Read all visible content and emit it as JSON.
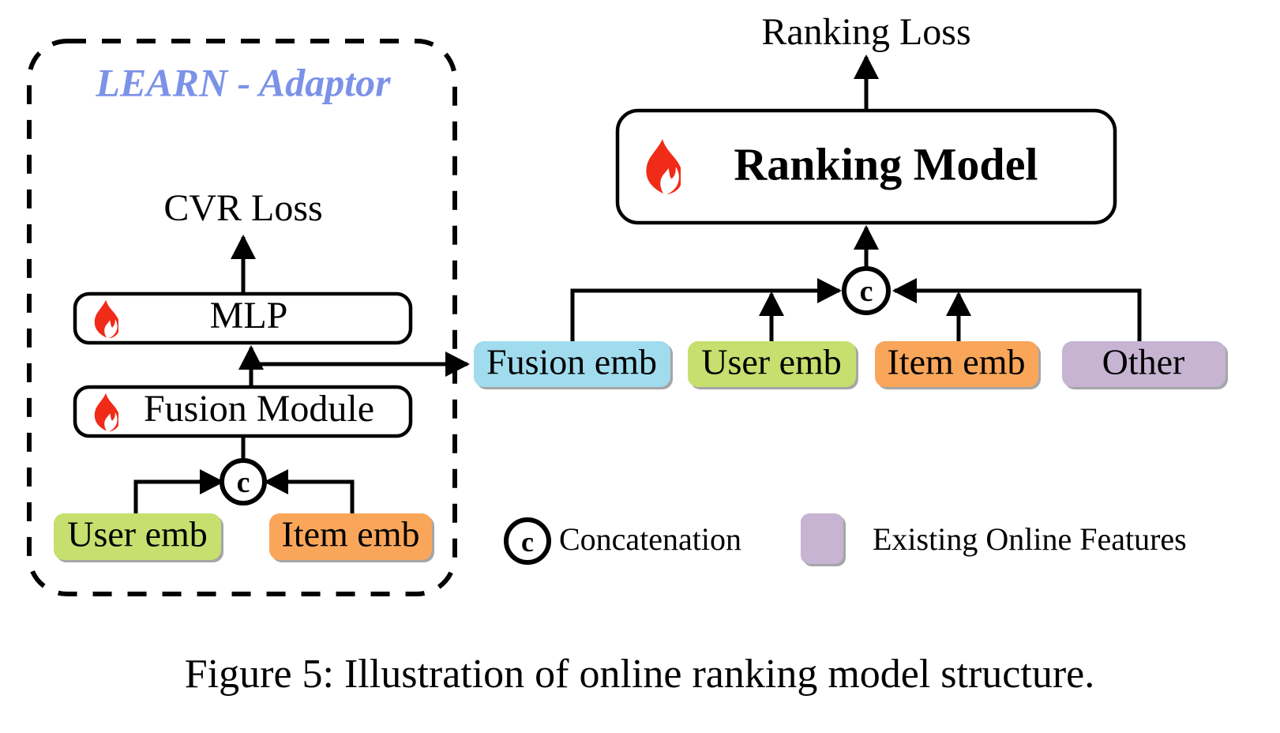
{
  "figure": {
    "caption": "Figure 5: Illustration of online ranking model structure."
  },
  "adaptor_panel": {
    "title": "LEARN - Adaptor",
    "title_color": "#7B92E8",
    "border_style": "dashed",
    "cvr_loss_label": "CVR Loss",
    "mlp_label": "MLP",
    "fusion_module_label": "Fusion Module",
    "user_emb_label": "User emb",
    "item_emb_label": "Item emb",
    "concat_glyph": "c"
  },
  "online_panel": {
    "ranking_loss_label": "Ranking Loss",
    "ranking_model_label": "Ranking Model",
    "concat_glyph": "c",
    "features": [
      {
        "label": "Fusion emb",
        "color": "#A0DCEE"
      },
      {
        "label": "User emb",
        "color": "#C7DF6E"
      },
      {
        "label": "Item emb",
        "color": "#F9A65A"
      },
      {
        "label": "Other",
        "color": "#C6B4D2"
      }
    ]
  },
  "legend": {
    "concat_glyph": "c",
    "concat_label": "Concatenation",
    "swatch_color": "#C6B4D2",
    "swatch_label": "Existing Online Features"
  },
  "icons": {
    "fire_color": "#F02B18",
    "fire_glyph": "fire-icon"
  }
}
